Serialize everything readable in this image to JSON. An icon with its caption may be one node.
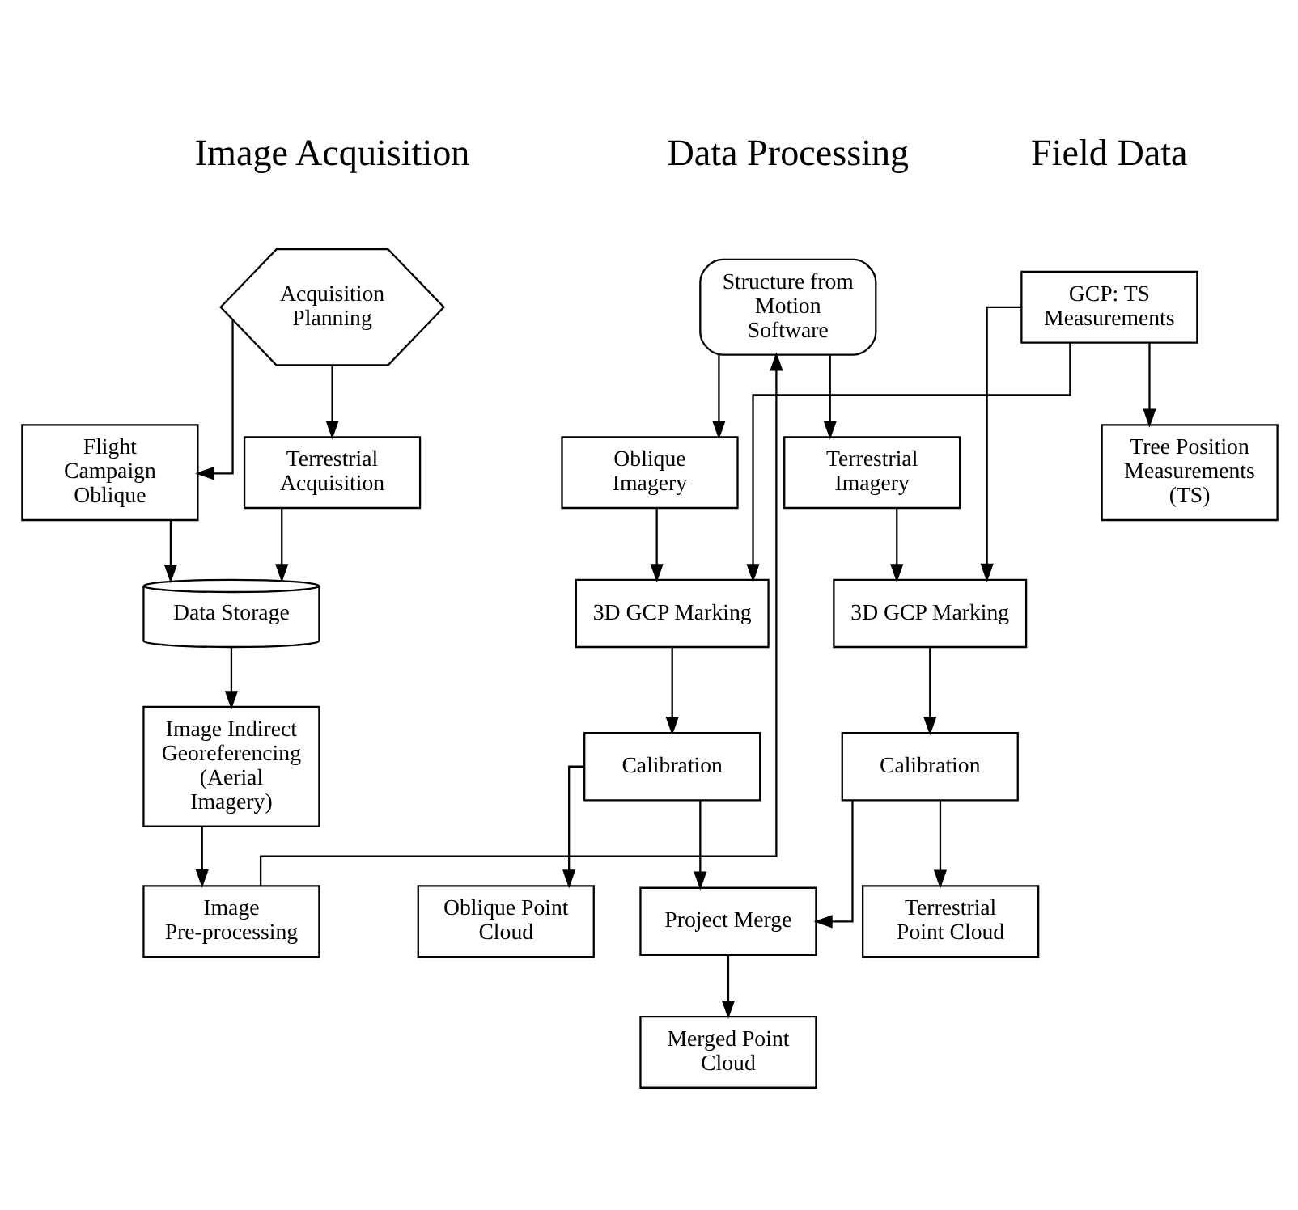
{
  "diagram": {
    "nodes": [
      {
        "text": [
          "Acquisition Planning"
        ]
      },
      {
        "text": [
          "Flight Campaign Oblique"
        ]
      },
      {
        "text": [
          "Terrestrial Acquisition"
        ]
      },
      {
        "text": [
          "Data Storage"
        ]
      },
      {
        "text": [
          "Image Indirect Georeferencing (Aerial Imagery)"
        ]
      },
      {
        "text": [
          "Image Pre-processing"
        ]
      },
      {
        "text": [
          "Structure from Motion Software"
        ]
      },
      {
        "text": [
          "Oblique Imagery"
        ]
      },
      {
        "text": [
          "Terrestrial Imagery"
        ]
      },
      {
        "text": [
          "3D GCP Marking"
        ]
      },
      {
        "text": [
          "3D GCP Marking"
        ]
      },
      {
        "text": [
          "Calibration"
        ]
      },
      {
        "text": [
          "Calibration"
        ]
      },
      {
        "text": [
          "Oblique Point Cloud"
        ]
      },
      {
        "text": [
          "Project Merge"
        ]
      },
      {
        "text": [
          "Terrestrial Point Cloud"
        ]
      },
      {
        "text": [
          "Merged Point Cloud"
        ]
      },
      {
        "text": [
          "GCP: TS Measurements"
        ]
      },
      {
        "text": [
          "Tree Position Measurements (TS)"
        ]
      }
    ],
    "edges": [
      {
        "from": 0,
        "to": 1,
        "arrow": "to"
      },
      {
        "from": 0,
        "to": 2,
        "arrow": "to"
      },
      {
        "from": 1,
        "to": 3,
        "arrow": "to"
      },
      {
        "from": 2,
        "to": 3,
        "arrow": "to"
      },
      {
        "from": 3,
        "to": 4,
        "arrow": "to"
      },
      {
        "from": 4,
        "to": 5,
        "arrow": "to"
      },
      {
        "from": 5,
        "to": 6,
        "arrow": "to"
      },
      {
        "from": 6,
        "to": 7,
        "arrow": "to"
      },
      {
        "from": 6,
        "to": 8,
        "arrow": "to"
      },
      {
        "from": 7,
        "to": 9,
        "arrow": "to"
      },
      {
        "from": 8,
        "to": 10,
        "arrow": "to"
      },
      {
        "from": 17,
        "to": 9,
        "arrow": "to"
      },
      {
        "from": 17,
        "to": 10,
        "arrow": "to"
      },
      {
        "from": 9,
        "to": 11,
        "arrow": "to"
      },
      {
        "from": 10,
        "to": 12,
        "arrow": "to"
      },
      {
        "from": 11,
        "to": 13,
        "arrow": "to"
      },
      {
        "from": 11,
        "to": 14,
        "arrow": "to"
      },
      {
        "from": 12,
        "to": 14,
        "arrow": "to"
      },
      {
        "from": 12,
        "to": 15,
        "arrow": "to"
      },
      {
        "from": 14,
        "to": 16,
        "arrow": "to"
      },
      {
        "from": 17,
        "to": 18,
        "arrow": "to"
      }
    ],
    "labels": [
      "Image Acquisition",
      "Data Processing",
      "Field Data"
    ]
  }
}
